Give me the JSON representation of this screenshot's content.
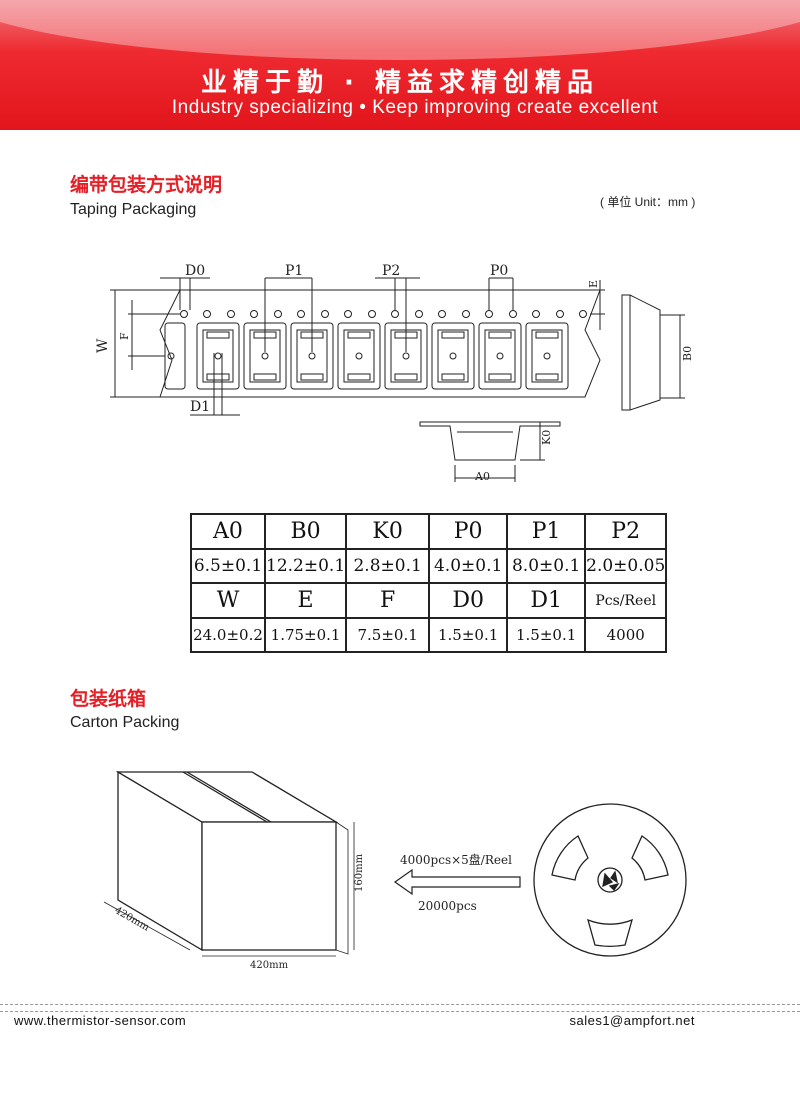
{
  "header": {
    "title_cn": "业精于勤 · 精益求精创精品",
    "title_en": "Industry specializing • Keep improving create excellent"
  },
  "taping": {
    "title_cn": "编带包装方式说明",
    "title_en": "Taping Packaging",
    "unit": "( 单位 Unit：mm )",
    "labels": {
      "d0": "D0",
      "p1": "P1",
      "p2": "P2",
      "p0": "P0",
      "e": "E",
      "w": "W",
      "f": "F",
      "d1": "D1",
      "b0": "B0",
      "k0": "K0",
      "a0": "A0"
    }
  },
  "dimensions": {
    "row1_headers": [
      "A0",
      "B0",
      "K0",
      "P0",
      "P1",
      "P2"
    ],
    "row1_values": [
      "6.5±0.1",
      "12.2±0.1",
      "2.8±0.1",
      "4.0±0.1",
      "8.0±0.1",
      "2.0±0.05"
    ],
    "row2_headers": [
      "W",
      "E",
      "F",
      "D0",
      "D1",
      "Pcs/Reel"
    ],
    "row2_values": [
      "24.0±0.2",
      "1.75±0.1",
      "7.5±0.1",
      "1.5±0.1",
      "1.5±0.1",
      "4000"
    ]
  },
  "carton": {
    "title_cn": "包装纸箱",
    "title_en": "Carton Packing",
    "depth_label": "420mm",
    "width_label": "420mm",
    "height_label": "160mm",
    "reels_label": "4000pcs×5盘/Reel",
    "total_label": "20000pcs"
  },
  "footer": {
    "website": "www.thermistor-sensor.com",
    "email": "sales1@ampfort.net"
  }
}
